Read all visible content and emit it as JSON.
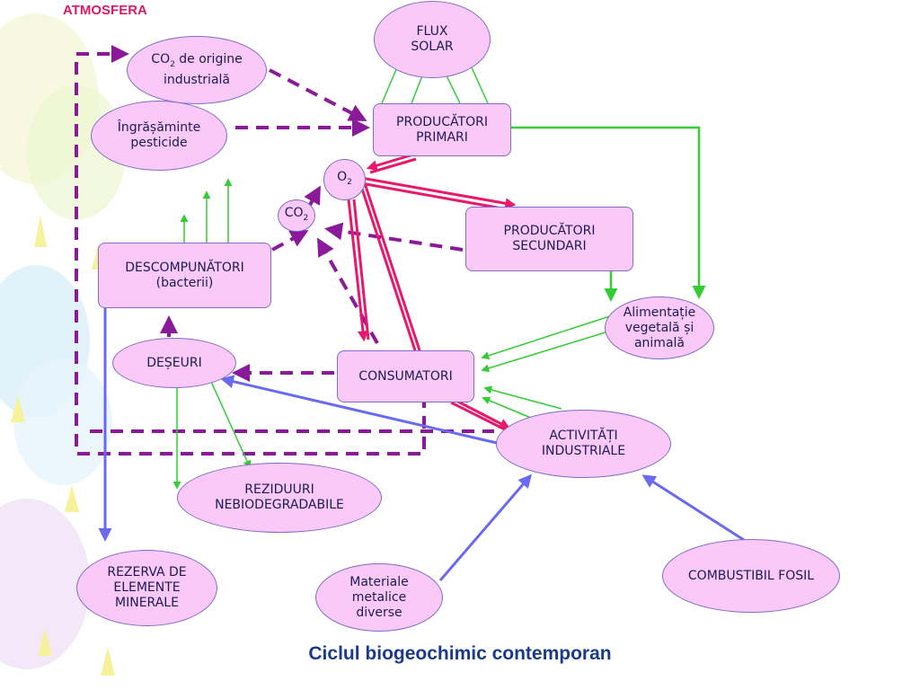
{
  "heading": "ATMOSFERA",
  "title": "Ciclul biogeochimic contemporan",
  "nodes": {
    "co2_industrial": {
      "pre": "CO",
      "sub": "2",
      "post": " de origine\nindustrială"
    },
    "ingrasaminte": "Îngrășăminte\npesticide",
    "flux_solar": "FLUX\nSOLAR",
    "producatori_primari": "PRODUCĂTORI\nPRIMARI",
    "o2": {
      "pre": "O",
      "sub": "2"
    },
    "co2": {
      "pre": "CO",
      "sub": "2"
    },
    "producatori_secundari": "PRODUCĂTORI\nSECUNDARI",
    "descompunatori": "DESCOMPUNĂTORI\n(bacterii)",
    "alimentatie": "Alimentație\nvegetală și\nanimală",
    "deseuri": "DEȘEURI",
    "consumatori": "CONSUMATORI",
    "activitati": "ACTIVITĂȚI\nINDUSTRIALE",
    "reziduuri": "REZIDUURI\nNEBIODEGRADABILE",
    "rezerva": "REZERVA DE\nELEMENTE\nMINERALE",
    "materiale": "Materiale\nmetalice\ndiverse",
    "combustibil": "COMBUSTIBIL FOSIL"
  },
  "colors": {
    "node_fill": "#fbc9f7",
    "node_border": "#7b6dc9",
    "dashed_purple": "#8a1a9a",
    "green": "#33cc33",
    "pink": "#e8186a",
    "blue": "#6a6af0"
  }
}
